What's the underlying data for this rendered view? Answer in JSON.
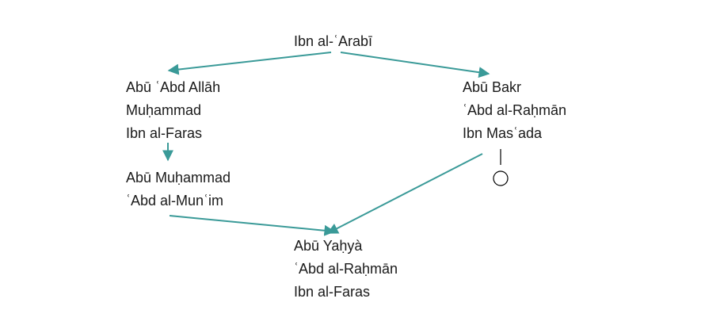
{
  "nodes": {
    "root": {
      "lines": [
        "Ibn al-ʿArabī"
      ]
    },
    "left_parent": {
      "lines": [
        "Abū ʿAbd Allāh",
        "Muḥammad",
        "Ibn al-Faras"
      ]
    },
    "right_parent": {
      "lines": [
        "Abū Bakr",
        "ʿAbd al-Raḥmān",
        "Ibn Masʿada"
      ]
    },
    "left_child": {
      "lines": [
        "Abū Muḥammad",
        "ʿAbd al-Munʿim"
      ]
    },
    "bottom": {
      "lines": [
        "Abū Yaḥyà",
        "ʿAbd al-Raḥmān",
        "Ibn al-Faras"
      ]
    }
  },
  "colors": {
    "arrow": "#3a9a98",
    "text": "#1a1a1a",
    "marker": "#000000"
  }
}
